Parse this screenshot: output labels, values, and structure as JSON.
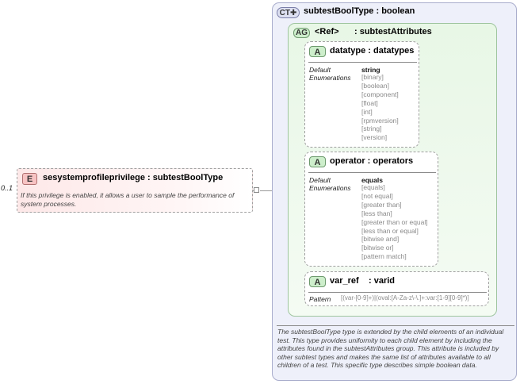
{
  "element": {
    "badge": "E",
    "title": "sesystemprofileprivilege : subtestBoolType",
    "occurrence": "0..1",
    "description": "If this privilege is enabled, it allows a user to sample the performance of system processes."
  },
  "complex_type": {
    "badge": "CT",
    "title": "subtestBoolType : boolean",
    "description": "The subtestBoolType type is extended by the child elements of an individual test.  This type provides uniformity to each child element by including the attributes found in the subtestAttributes group.  This attribute is included by other subtest types and makes the same list of attributes available to all children of a test.  This specific type describes simple boolean data."
  },
  "attribute_group": {
    "badge": "AG",
    "ref_label": "<Ref>",
    "title": ": subtestAttributes"
  },
  "attributes": [
    {
      "badge": "A",
      "title": "datatype : datatypes",
      "default_label": "Default",
      "default_value": "string",
      "enum_label": "Enumerations",
      "enumerations": [
        "[binary]",
        "[boolean]",
        "[component]",
        "[float]",
        "[int]",
        "[rpmversion]",
        "[string]",
        "[version]"
      ]
    },
    {
      "badge": "A",
      "title": "operator : operators",
      "default_label": "Default",
      "default_value": "equals",
      "enum_label": "Enumerations",
      "enumerations": [
        "[equals]",
        "[not equal]",
        "[greater than]",
        "[less than]",
        "[greater than or equal]",
        "[less than or equal]",
        "[bitwise and]",
        "[bitwise or]",
        "[pattern match]"
      ]
    },
    {
      "badge": "A",
      "title_name": "var_ref",
      "title_type": ": varid",
      "pattern_label": "Pattern",
      "pattern_value": "[(var-[0-9]+)|(oval:[A-Za-z\\-\\.]+:var:[1-9][0-9]*)]"
    }
  ]
}
